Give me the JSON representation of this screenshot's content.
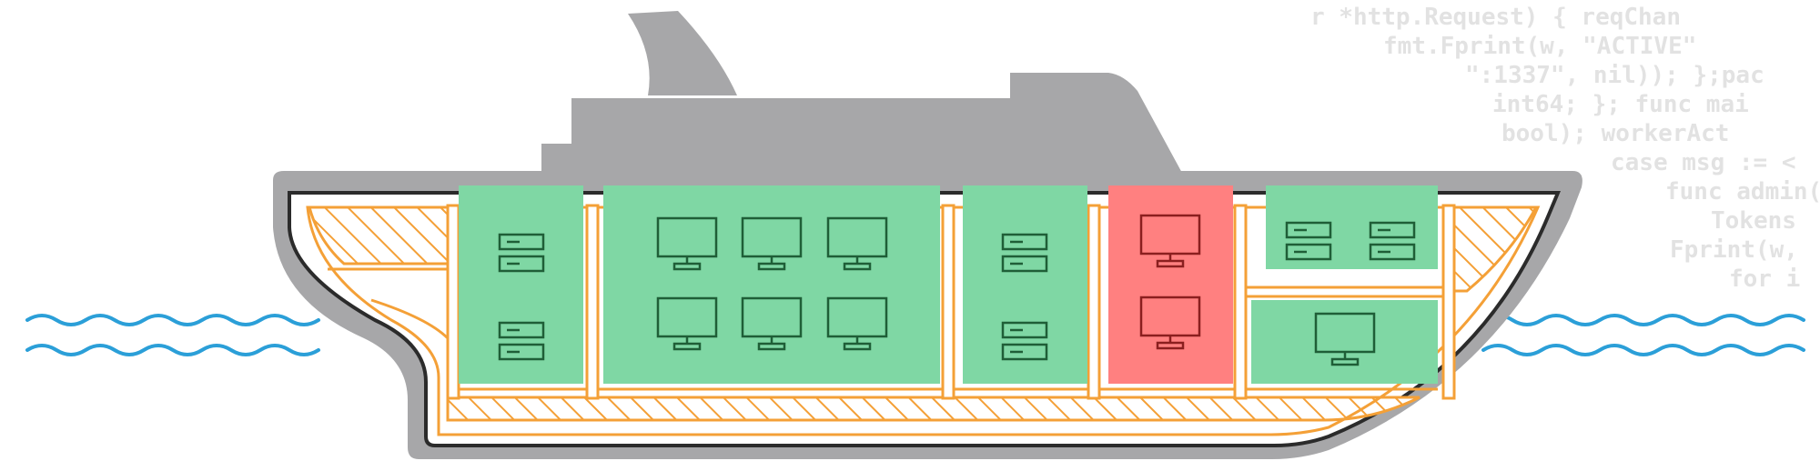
{
  "colors": {
    "hull_gray": "#a7a7a9",
    "hull_outline": "#2b2b2b",
    "structure_orange": "#f4a037",
    "water_blue": "#2b9fd8",
    "healthy_green": "#7fd7a4",
    "failed_red": "#ff8080",
    "icon_dark_green": "#1f5e37",
    "icon_dark_red": "#8b1f1f",
    "code_text_gray": "#e2e2e2"
  },
  "code_lines": [
    "r *http.Request) { reqChan",
    "fmt.Fprint(w, \"ACTIVE\"",
    "\":1337\", nil)); };pac",
    "int64; }; func mai",
    "bool); workerAct",
    "case msg := <",
    "func admin(",
    "Tokens",
    "Fprint(w,",
    "for i"
  ],
  "compartments": [
    {
      "id": "c1",
      "status": "healthy",
      "devices": {
        "type": "server",
        "count": 4
      }
    },
    {
      "id": "c2",
      "status": "healthy",
      "devices": {
        "type": "monitor",
        "count": 6
      }
    },
    {
      "id": "c3",
      "status": "healthy",
      "devices": {
        "type": "server",
        "count": 4
      }
    },
    {
      "id": "c4",
      "status": "failed",
      "devices": {
        "type": "monitor",
        "count": 2
      }
    },
    {
      "id": "c5-top",
      "status": "healthy",
      "devices": {
        "type": "server",
        "count": 4
      }
    },
    {
      "id": "c5-bottom",
      "status": "healthy",
      "devices": {
        "type": "monitor",
        "count": 1
      }
    }
  ]
}
